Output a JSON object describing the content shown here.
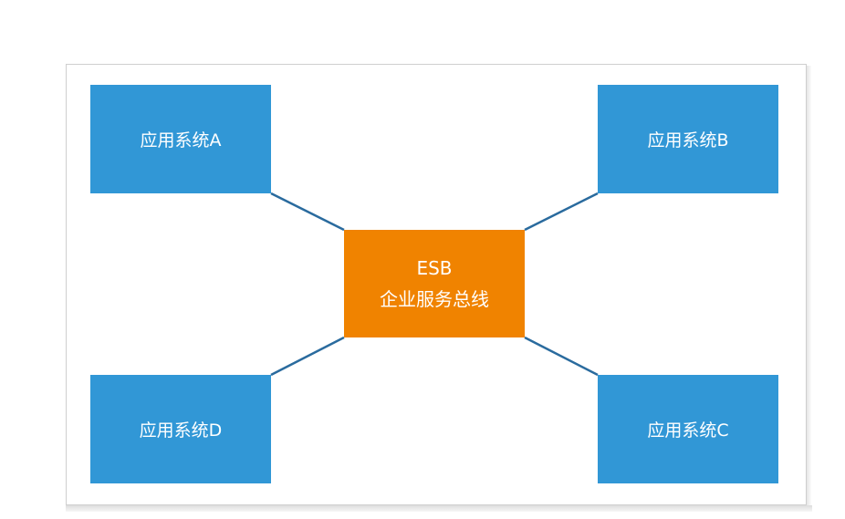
{
  "diagram": {
    "hub": {
      "line1": "ESB",
      "line2": "企业服务总线"
    },
    "systems": {
      "a": "应用系统A",
      "b": "应用系统B",
      "c": "应用系统C",
      "d": "应用系统D"
    },
    "colors": {
      "system_fill": "#3197d6",
      "hub_fill": "#f08300",
      "connector": "#2a6b9e",
      "frame_border": "#cfcfcf"
    }
  }
}
